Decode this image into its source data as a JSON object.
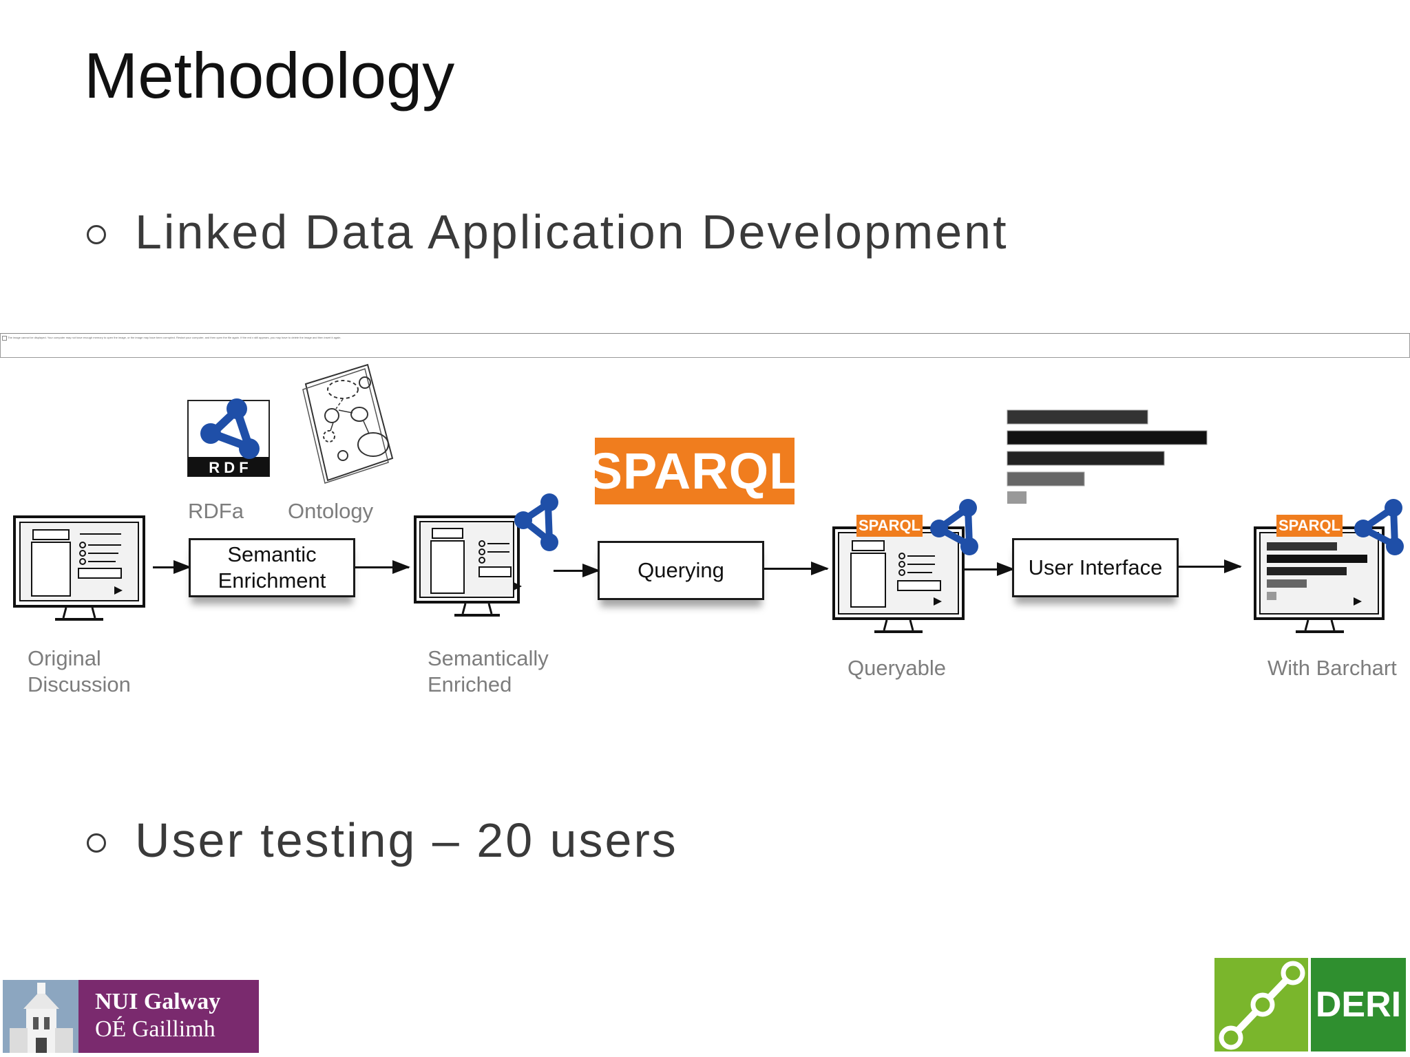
{
  "slide": {
    "title": "Methodology",
    "bullet1": "Linked Data Application Development",
    "bullet2": "User testing – 20 users"
  },
  "diagram": {
    "labels": {
      "rdfa": "RDFa",
      "ontology": "Ontology",
      "original_l1": "Original",
      "original_l2": "Discussion",
      "enriched_l1": "Semantically",
      "enriched_l2": "Enriched",
      "queryable": "Queryable",
      "barchart": "With Barchart"
    },
    "steps": {
      "enrich_l1": "Semantic",
      "enrich_l2": "Enrichment",
      "querying": "Querying",
      "ui": "User Interface"
    },
    "sparql_logo": "SPARQL",
    "sparql_small": "SPARQL",
    "rdf_logo": "R D F",
    "missing_image_text": "The image cannot be displayed. Your computer may not have enough memory to open the image, or the image may have been corrupted. Restart your computer, and then open the file again. If the red x still appears, you may have to delete the image and then insert it again."
  },
  "logos": {
    "nui_l1": "NUI Galway",
    "nui_l2": "OÉ Gaillimh",
    "deri": "DERI"
  },
  "colors": {
    "sparql_orange": "#f07d1e",
    "rdf_blue": "#1f4fa8",
    "nui_purple": "#7a2a6e",
    "deri_green": "#2f8f2f"
  }
}
